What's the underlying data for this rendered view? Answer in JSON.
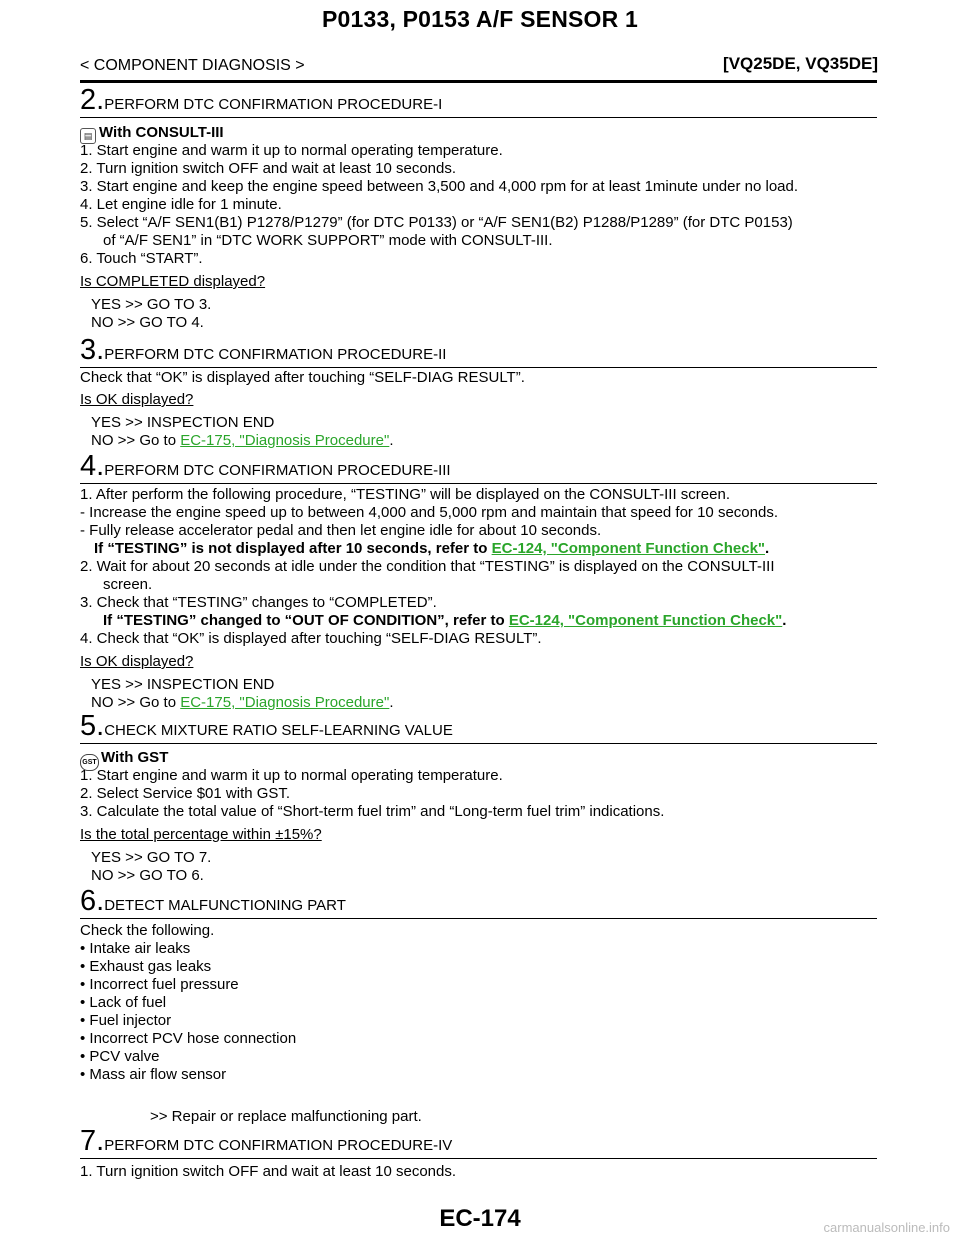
{
  "header": {
    "title": "P0133, P0153 A/F SENSOR 1",
    "section": "< COMPONENT DIAGNOSIS >",
    "models": "[VQ25DE, VQ35DE]"
  },
  "step2": {
    "num": "2.",
    "title": "PERFORM DTC CONFIRMATION PROCEDURE-I",
    "with_label": "With CONSULT-III",
    "lines": [
      "1.   Start engine and warm it up to normal operating temperature.",
      "2.   Turn ignition switch OFF and wait at least 10 seconds.",
      "3.   Start engine and keep the engine speed between 3,500 and 4,000 rpm for at least 1minute under no load.",
      "4.   Let engine idle for 1 minute.",
      "5.   Select “A/F SEN1(B1) P1278/P1279” (for DTC P0133) or “A/F SEN1(B2) P1288/P1289” (for DTC P0153)",
      "of “A/F SEN1” in “DTC WORK SUPPORT” mode with CONSULT-III.",
      "6.   Touch “START”."
    ],
    "question": "Is COMPLETED displayed?",
    "yes": "YES     >> GO TO 3.",
    "no": "NO      >> GO TO 4."
  },
  "step3": {
    "num": "3.",
    "title": "PERFORM DTC CONFIRMATION PROCEDURE-II",
    "text": "Check that “OK” is displayed after touching “SELF-DIAG RESULT”.",
    "question": "Is OK displayed?",
    "yes": "YES     >> INSPECTION END",
    "no_prefix": "NO      >> Go to ",
    "no_link": "EC-175, \"Diagnosis Procedure\"",
    "no_suffix": "."
  },
  "step4": {
    "num": "4.",
    "title": "PERFORM DTC CONFIRMATION PROCEDURE-III",
    "l1": "1.   After perform the following procedure, “TESTING” will be displayed on the CONSULT-III screen.",
    "l2": "-    Increase the engine speed up to between 4,000 and 5,000 rpm and maintain that speed for 10 seconds.",
    "l3": "-    Fully release accelerator pedal and then let engine idle for about 10 seconds.",
    "l4_prefix": "If “TESTING” is not displayed after 10 seconds, refer to ",
    "l4_link": "EC-124, \"Component Function Check\"",
    "l4_suffix": ".",
    "l5": "2.   Wait for about 20 seconds at idle under the condition that “TESTING” is displayed on the CONSULT-III",
    "l6": "screen.",
    "l7": "3.   Check that “TESTING” changes to “COMPLETED”.",
    "l8_prefix": "If “TESTING” changed to “OUT OF CONDITION”, refer to ",
    "l8_link": "EC-124, \"Component Function Check\"",
    "l8_suffix": ".",
    "l9": "4.   Check that “OK” is displayed after touching “SELF-DIAG RESULT”.",
    "question": "Is OK displayed?",
    "yes": "YES     >> INSPECTION END",
    "no_prefix": "NO      >> Go to ",
    "no_link": "EC-175, \"Diagnosis Procedure\"",
    "no_suffix": "."
  },
  "step5": {
    "num": "5.",
    "title": "CHECK MIXTURE RATIO SELF-LEARNING VALUE",
    "gst_icon": "GST",
    "with_label": "With GST",
    "lines": [
      "1.   Start engine and warm it up to normal operating temperature.",
      "2.   Select Service $01 with GST.",
      "3.   Calculate the total value of “Short-term fuel trim” and “Long-term fuel trim” indications."
    ],
    "question": "Is the total percentage within ±15%?",
    "yes": "YES     >> GO TO 7.",
    "no": "NO      >> GO TO 6."
  },
  "step6": {
    "num": "6.",
    "title": "DETECT MALFUNCTIONING PART",
    "intro": "Check the following.",
    "items": [
      "•   Intake air leaks",
      "•   Exhaust gas leaks",
      "•   Incorrect fuel pressure",
      "•   Lack of fuel",
      "•   Fuel injector",
      "•   Incorrect PCV hose connection",
      "•   PCV valve",
      "•   Mass air flow sensor"
    ],
    "action": ">> Repair or replace malfunctioning part."
  },
  "step7": {
    "num": "7.",
    "title": "PERFORM DTC CONFIRMATION PROCEDURE-IV",
    "l1": "1.   Turn ignition switch OFF and wait at least 10 seconds."
  },
  "footer": {
    "page": "EC-174",
    "watermark": "carmanualsonline.info"
  }
}
